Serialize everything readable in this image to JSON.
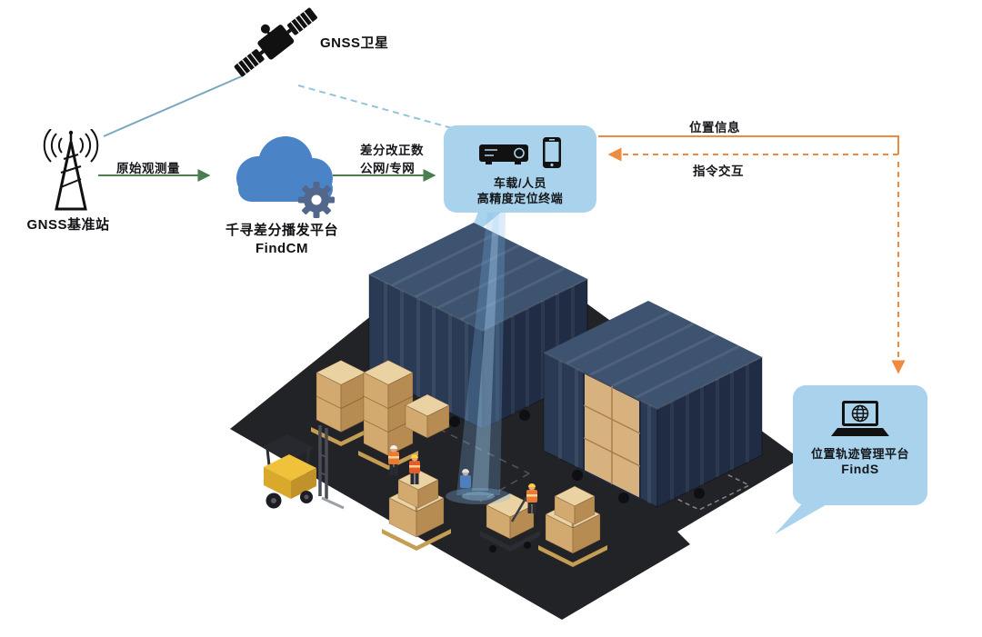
{
  "diagram": {
    "nodes": {
      "satellite": {
        "label": "GNSS卫星"
      },
      "base_station": {
        "label": "GNSS基准站"
      },
      "cloud_platform": {
        "name": "千寻差分播发平台",
        "product": "FindCM"
      },
      "terminal": {
        "line1": "车载/人员",
        "line2": "高精度定位终端"
      },
      "management_platform": {
        "name": "位置轨迹管理平台",
        "product": "FindS"
      }
    },
    "edge_labels": {
      "raw_observation": "原始观测量",
      "correction_line1": "差分改正数",
      "correction_line2": "公网/专网",
      "position_info": "位置信息",
      "command_interaction": "指令交互"
    }
  },
  "icons": {
    "gnss-satellite-icon": "🛰",
    "antenna-tower-icon": "📡",
    "cloud-gear-icon": "☁⚙",
    "receiver-icon": "🎛",
    "smartphone-icon": "📱",
    "laptop-globe-icon": "💻"
  },
  "colors": {
    "bubble_bg": "#a9d3ec",
    "arrow_green": "#4c7d4e",
    "arrow_orange": "#ee8b40",
    "line_blue": "#78a8bc",
    "dashed_blue": "#92c4da",
    "cloud_blue": "#4a83c6",
    "gear_blue": "#52678b",
    "ground_dark": "#222327",
    "container_navy": "#2a3a55",
    "box_tan": "#d3a970",
    "forklift_yellow": "#eebb33",
    "beam_blue": "#78b4e0",
    "ink": "#111111"
  }
}
